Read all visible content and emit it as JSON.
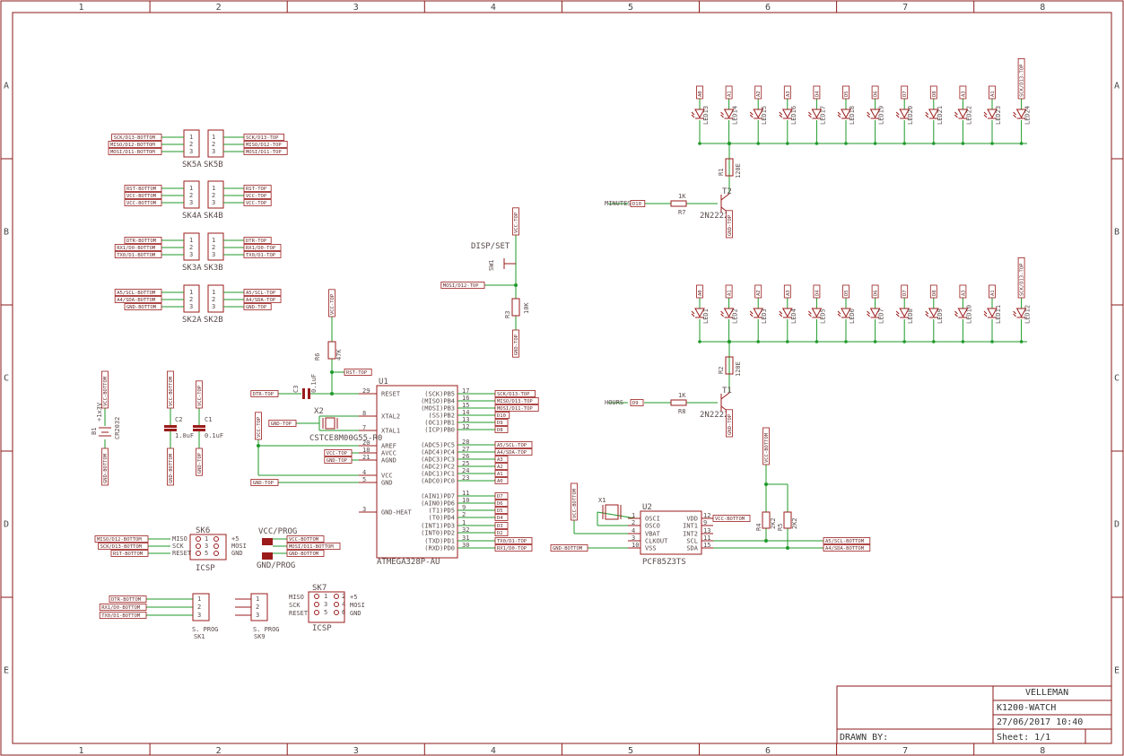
{
  "frame": {
    "columns": [
      "1",
      "2",
      "3",
      "4",
      "5",
      "6",
      "7",
      "8"
    ],
    "rows": [
      "A",
      "B",
      "C",
      "D",
      "E"
    ]
  },
  "title_block": {
    "company": "VELLEMAN",
    "project": "K1200-WATCH",
    "date": "27/06/2017 10:40",
    "drawn_by_label": "DRAWN BY:",
    "sheet": "Sheet: 1/1"
  },
  "headers": {
    "groups": [
      {
        "name_a": "SK5A",
        "name_b": "SK5B",
        "left": [
          "SCK/D13-BOTTOM",
          "MISO/D12-BOTTOM",
          "MOSI/D11-BOTTOM"
        ],
        "right": [
          "SCK/D13-TOP",
          "MISO/D12-TOP",
          "MOSI/D11-TOP"
        ]
      },
      {
        "name_a": "SK4A",
        "name_b": "SK4B",
        "left": [
          "RST-BOTTOM",
          "VCC-BOTTOM",
          "VCC-BOTTOM"
        ],
        "right": [
          "RST-TOP",
          "VCC-TOP",
          "VCC-TOP"
        ]
      },
      {
        "name_a": "SK3A",
        "name_b": "SK3B",
        "left": [
          "DTR-BOTTOM",
          "RX1/D0-BOTTOM",
          "TX0/D1-BOTTOM"
        ],
        "right": [
          "DTR-TOP",
          "RX1/D0-TOP",
          "TX0/D1-TOP"
        ]
      },
      {
        "name_a": "SK2A",
        "name_b": "SK2B",
        "left": [
          "A5/SCL-BOTTOM",
          "A4/SDA-BOTTOM",
          "GND-BOTTOM"
        ],
        "right": [
          "A5/SCL-TOP",
          "A4/SDA-TOP",
          "GND-TOP"
        ]
      }
    ]
  },
  "button": {
    "ref": "SW1",
    "label": "DISP/SET",
    "net_top": "VCC-TOP",
    "net_left": "MOSI/D12-TOP",
    "r_ref": "R3",
    "r_val": "10K",
    "net_bottom": "GND-TOP"
  },
  "reset": {
    "r_ref": "R6",
    "r_val": "47K",
    "c_ref": "C3",
    "c_val": "0.1uF",
    "net_vcc": "VCC-TOP",
    "net_rst": "RST-TOP",
    "net_dtr": "DTR-TOP"
  },
  "power": {
    "battery": {
      "ref": "B1",
      "val": "+1x3V",
      "type": "CR2032",
      "top": "VCC-BOTTOM",
      "bot": "GND-BOTTOM"
    },
    "c2": {
      "ref": "C2",
      "val": "1.0uF",
      "top": "VCC-BOTTOM",
      "bot": "GND-BOTTOM"
    },
    "c1": {
      "ref": "C1",
      "val": "0.1uF",
      "top": "VCC-TOP",
      "bot": "GND-TOP"
    }
  },
  "mcu": {
    "ref": "U1",
    "part": "ATMEGA328P-AU",
    "left_pins": [
      {
        "num": "29",
        "name": "RESET"
      },
      {
        "num": "8",
        "name": "XTAL2"
      },
      {
        "num": "7",
        "name": "XTAL1"
      },
      {
        "num": "20",
        "name": "AREF"
      },
      {
        "num": "18",
        "name": "AVCC"
      },
      {
        "num": "21",
        "name": "AGND"
      },
      {
        "num": "4",
        "name": "VCC"
      },
      {
        "num": "5",
        "name": "GND"
      },
      {
        "num": "3",
        "name": "GND-HEAT"
      }
    ],
    "right_pins": [
      {
        "num": "17",
        "name": "(SCK)PB5",
        "net": "SCK/D13-TOP"
      },
      {
        "num": "16",
        "name": "(MISO)PB4",
        "net": "MISO/D13-TOP"
      },
      {
        "num": "15",
        "name": "(MOSI)PB3",
        "net": "MOSI/D11-TOP"
      },
      {
        "num": "14",
        "name": "(SS)PB2",
        "net": "D10"
      },
      {
        "num": "13",
        "name": "(OC1)PB1",
        "net": "D9"
      },
      {
        "num": "12",
        "name": "(ICP)PB0",
        "net": "D8"
      },
      {
        "num": "28",
        "name": "(ADC5)PC5",
        "net": "A5/SCL-TOP"
      },
      {
        "num": "27",
        "name": "(ADC4)PC4",
        "net": "A4/SDA-TOP"
      },
      {
        "num": "26",
        "name": "(ADC3)PC3",
        "net": "A3"
      },
      {
        "num": "25",
        "name": "(ADC2)PC2",
        "net": "A2"
      },
      {
        "num": "24",
        "name": "(ADC1)PC1",
        "net": "A1"
      },
      {
        "num": "23",
        "name": "(ADC0)PC0",
        "net": "A0"
      },
      {
        "num": "11",
        "name": "(AIN1)PD7",
        "net": "D7"
      },
      {
        "num": "10",
        "name": "(AIN0)PD6",
        "net": "D6"
      },
      {
        "num": "9",
        "name": "(T1)PD5",
        "net": "D5"
      },
      {
        "num": "2",
        "name": "(T0)PD4",
        "net": "D4"
      },
      {
        "num": "1",
        "name": "(INT1)PD3",
        "net": "D3"
      },
      {
        "num": "32",
        "name": "(INT0)PD2",
        "net": "D2"
      },
      {
        "num": "31",
        "name": "(TXD)PD1",
        "net": "TX0/D1-TOP"
      },
      {
        "num": "30",
        "name": "(RXD)PD0",
        "net": "RX1/D0-TOP"
      }
    ],
    "left_nets": {
      "dtr": "DTR-TOP",
      "gnd_crystal": "GND-TOP",
      "vcc1": "VCC-TOP",
      "gnd1": "GND-TOP",
      "gnd2": "GND-TOP",
      "vcc_side": "VCC-TOP"
    }
  },
  "crystal": {
    "ref": "X2",
    "part": "CSTCE8M00G55-R0"
  },
  "rtc": {
    "ref": "U2",
    "part": "PCF85Z3TS",
    "crystal": "X1",
    "left_pins": [
      {
        "num": "1",
        "name": "OSCI"
      },
      {
        "num": "2",
        "name": "OSCO"
      },
      {
        "num": "4",
        "name": "VBAT"
      },
      {
        "num": "3",
        "name": "CLKOUT"
      },
      {
        "num": "10",
        "name": "VSS"
      }
    ],
    "right_pins": [
      {
        "num": "12",
        "name": "VDD"
      },
      {
        "num": "9",
        "name": "INT1"
      },
      {
        "num": "13",
        "name": "INT2"
      },
      {
        "num": "11",
        "name": "SCL"
      },
      {
        "num": "15",
        "name": "SDA"
      }
    ],
    "nets": {
      "vcc": "VCC-BOTTOM",
      "vcc_top": "VCC-BOTTOM",
      "gnd": "GND-BOTTOM",
      "scl": "A5/SCL-BOTTOM",
      "sda": "A4/SDA-BOTTOM",
      "vbat": "VCC-BOTTOM"
    },
    "r4": {
      "ref": "R4",
      "val": "2K2"
    },
    "r5": {
      "ref": "R5",
      "val": "2K2"
    }
  },
  "drivers": [
    {
      "t_ref": "T2",
      "t_part": "2N2222",
      "rb_ref": "R7",
      "rb_val": "1K",
      "rc_ref": "R1",
      "rc_val": "120E",
      "net_in": "MINUTES",
      "tag": "D10",
      "net_gnd": "GND-TOP"
    },
    {
      "t_ref": "T1",
      "t_part": "2N2222",
      "rb_ref": "R8",
      "rb_val": "1K",
      "rc_ref": "R2",
      "rc_val": "120E",
      "net_in": "HOURS",
      "tag": "D9",
      "net_gnd": "GND-TOP"
    }
  ],
  "led_rows": [
    {
      "nets": [
        "A0",
        "A1",
        "A2",
        "A3",
        "D4",
        "D5",
        "D6",
        "D7",
        "D8",
        "A3",
        "A1",
        "SCK/D13-TOP"
      ],
      "refs": [
        "LED13",
        "LED14",
        "LED15",
        "LED16",
        "LED17",
        "LED18",
        "LED19",
        "LED20",
        "LED21",
        "LED22",
        "LED23",
        "LED24"
      ]
    },
    {
      "nets": [
        "A0",
        "A1",
        "A2",
        "A3",
        "D4",
        "D5",
        "D6",
        "D7",
        "D8",
        "A3",
        "A1",
        "SCK/D13-TOP"
      ],
      "refs": [
        "LED1",
        "LED2",
        "LED3",
        "LED4",
        "LED5",
        "LED6",
        "LED7",
        "LED8",
        "LED9",
        "LED10",
        "LED11",
        "LED12"
      ]
    }
  ],
  "icsp": {
    "sk6": {
      "ref": "SK6",
      "label": "ICSP",
      "left_nets": [
        "MISO/D12-BOTTOM",
        "SCK/D13-BOTTOM",
        "RST-BOTTOM"
      ],
      "pin_left": [
        "MISO",
        "SCK",
        "RESET"
      ],
      "pin_right": [
        "+5",
        "MOSI",
        "GND"
      ],
      "right_nets": [
        "VCC-BOTTOM",
        "MOSI/D11-BOTTOM",
        "GND-BOTTOM"
      ],
      "jp_top": "VCC/PROG",
      "jp_bot": "GND/PROG"
    },
    "sk7": {
      "ref": "SK7",
      "label": "ICSP",
      "pin_left": [
        "MISO",
        "SCK",
        "RESET"
      ],
      "pin_right": [
        "+5",
        "MOSI",
        "GND"
      ]
    }
  },
  "serial": {
    "sk1": {
      "ref": "SK1",
      "label": "S. PROG",
      "nets": [
        "DTR-BOTTOM",
        "RX1/D0-BOTTOM",
        "TX0/D1-BOTTOM"
      ]
    },
    "sk9": {
      "ref": "SK9",
      "label": "S. PROG"
    }
  }
}
